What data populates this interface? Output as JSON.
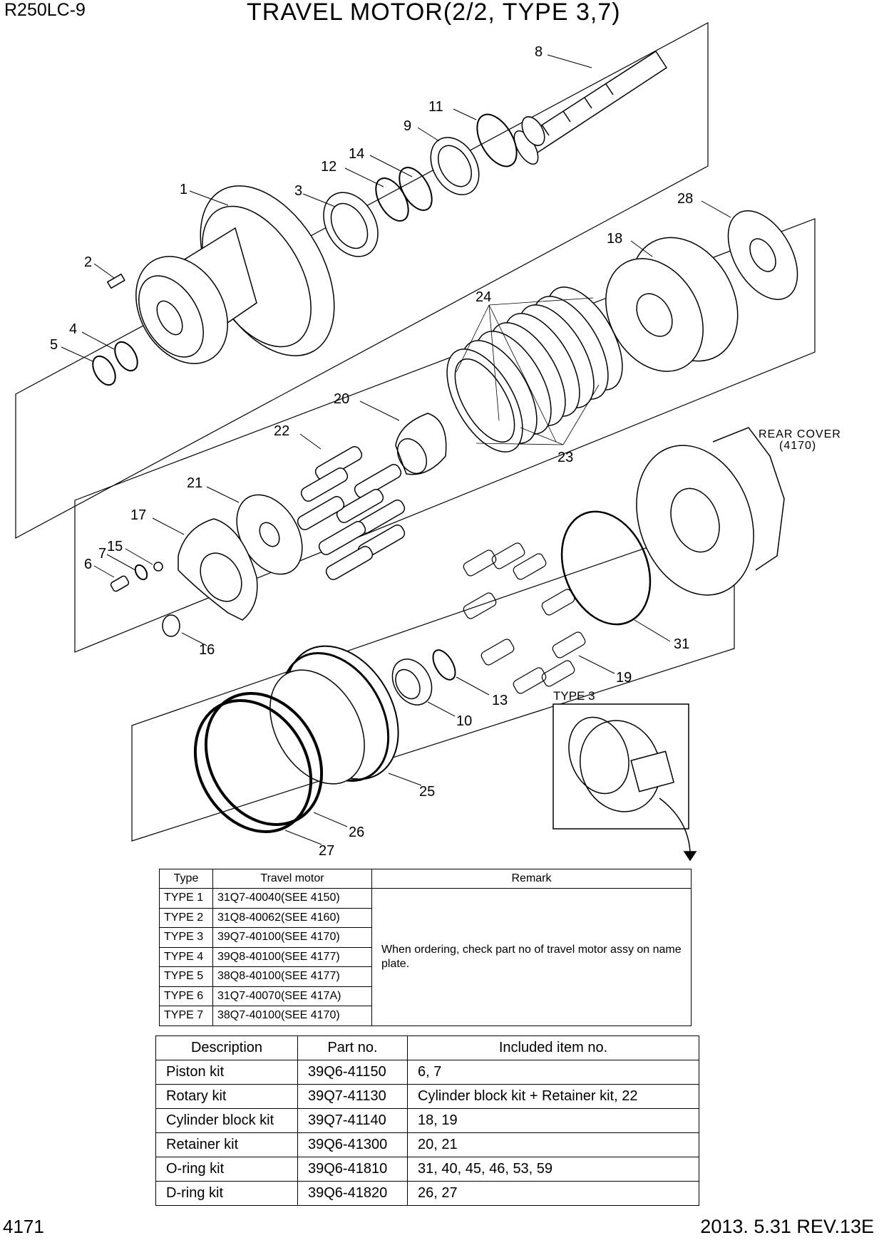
{
  "header": {
    "model": "R250LC-9",
    "title": "TRAVEL MOTOR(2/2, TYPE 3,7)"
  },
  "footer": {
    "page_number": "4171",
    "revision": "2013. 5.31  REV.13E"
  },
  "diagram": {
    "callouts": [
      "1",
      "2",
      "3",
      "4",
      "5",
      "6",
      "7",
      "8",
      "9",
      "10",
      "11",
      "12",
      "13",
      "14",
      "15",
      "16",
      "17",
      "18",
      "19",
      "20",
      "21",
      "22",
      "23",
      "24",
      "25",
      "26",
      "27",
      "28",
      "31"
    ],
    "rear_cover_label": "REAR COVER",
    "rear_cover_ref": "(4170)",
    "inset_label": "TYPE 3"
  },
  "type_table": {
    "headers": [
      "Type",
      "Travel motor",
      "Remark"
    ],
    "rows": [
      {
        "type": "TYPE 1",
        "motor": "31Q7-40040(SEE 4150)"
      },
      {
        "type": "TYPE 2",
        "motor": "31Q8-40062(SEE 4160)"
      },
      {
        "type": "TYPE 3",
        "motor": "39Q7-40100(SEE 4170)"
      },
      {
        "type": "TYPE 4",
        "motor": "39Q8-40100(SEE 4177)"
      },
      {
        "type": "TYPE 5",
        "motor": "38Q8-40100(SEE 4177)"
      },
      {
        "type": "TYPE 6",
        "motor": "31Q7-40070(SEE 417A)"
      },
      {
        "type": "TYPE 7",
        "motor": "38Q7-40100(SEE 4170)"
      }
    ],
    "remark": "When ordering, check part no of travel motor assy on name plate."
  },
  "kit_table": {
    "headers": [
      "Description",
      "Part no.",
      "Included item no."
    ],
    "rows": [
      {
        "description": "Piston kit",
        "part_no": "39Q6-41150",
        "items": "6, 7"
      },
      {
        "description": "Rotary kit",
        "part_no": "39Q7-41130",
        "items": "Cylinder block kit + Retainer kit, 22"
      },
      {
        "description": "Cylinder block kit",
        "part_no": "39Q7-41140",
        "items": "18, 19"
      },
      {
        "description": "Retainer kit",
        "part_no": "39Q6-41300",
        "items": "20, 21"
      },
      {
        "description": "O-ring kit",
        "part_no": "39Q6-41810",
        "items": "31, 40, 45, 46, 53, 59"
      },
      {
        "description": "D-ring kit",
        "part_no": "39Q6-41820",
        "items": "26, 27"
      }
    ]
  }
}
